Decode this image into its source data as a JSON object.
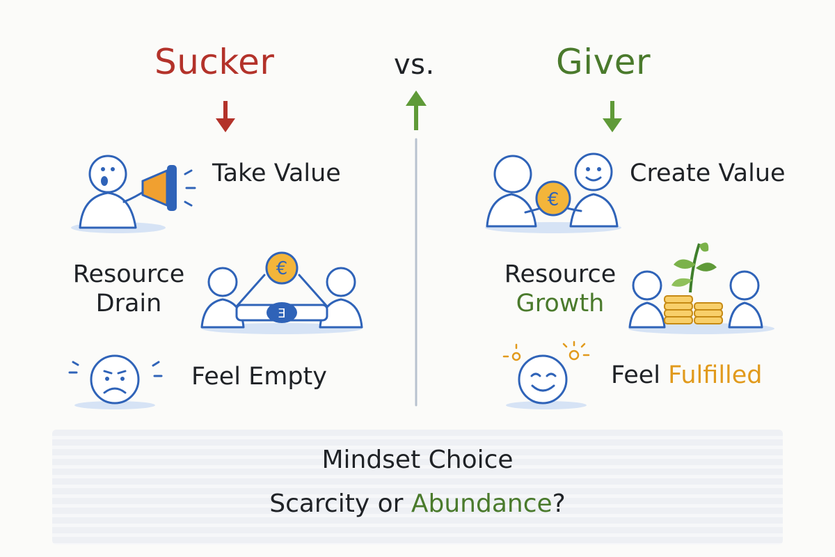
{
  "header": {
    "left_title": "Sucker",
    "middle": "vs.",
    "right_title": "Giver"
  },
  "left": {
    "item1": "Take Value",
    "item2_line1": "Resource",
    "item2_line2": "Drain",
    "item3": "Feel Empty"
  },
  "right": {
    "item1": "Create Value",
    "item2_line1": "Resource",
    "item2_line2": "Growth",
    "item3_word1": "Feel",
    "item3_word2": "Fulfilled"
  },
  "footer": {
    "line1": "Mindset Choice",
    "line2_part1": "Scarcity or",
    "line2_part2": "Abundance",
    "line2_part3": "?"
  },
  "colors": {
    "sucker_red": "#b3322a",
    "giver_green": "#4a7a2c",
    "fulfilled_orange": "#e19a1c",
    "ink_blue": "#2f63b8",
    "divider": "#b8c2cf"
  }
}
